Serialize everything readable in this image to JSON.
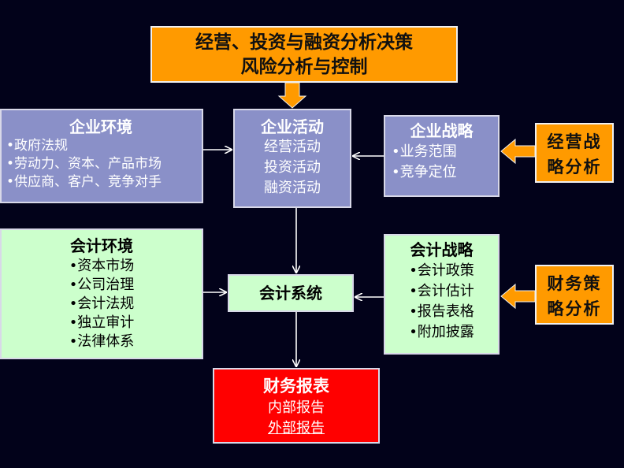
{
  "top_box": {
    "line1": "经营、投资与融资分析决策",
    "line2": "风险分析与控制"
  },
  "enterprise_environment": {
    "title": "企业环境",
    "items": [
      "•政府法规",
      "•劳动力、资本、产品市场",
      "•供应商、客户、竞争对手"
    ]
  },
  "enterprise_activities": {
    "title": "企业活动",
    "items": [
      "经营活动",
      "投资活动",
      "融资活动"
    ]
  },
  "enterprise_strategy": {
    "title": "企业战略",
    "items": [
      "•业务范围",
      "•竞争定位"
    ]
  },
  "business_strategy_analysis": {
    "line1": "经营战",
    "line2": "略分析"
  },
  "accounting_environment": {
    "title": "会计环境",
    "items": [
      "•资本市场",
      "•公司治理",
      "•会计法规",
      "•独立审计",
      "•法律体系"
    ]
  },
  "accounting_system": {
    "title": "会计系统"
  },
  "accounting_strategy": {
    "title": "会计战略",
    "items": [
      "•会计政策",
      "•会计估计",
      "•报告表格",
      "•附加披露"
    ]
  },
  "financial_strategy_analysis": {
    "line1": "财务策",
    "line2": "略分析"
  },
  "financial_statements": {
    "title": "财务报表",
    "items": [
      "内部报告",
      "外部报告"
    ]
  },
  "colors": {
    "background": "#02021a",
    "orange": "#ff9a00",
    "purple": "#8a90c8",
    "light_green": "#ccffcc",
    "red": "#ff0000"
  }
}
